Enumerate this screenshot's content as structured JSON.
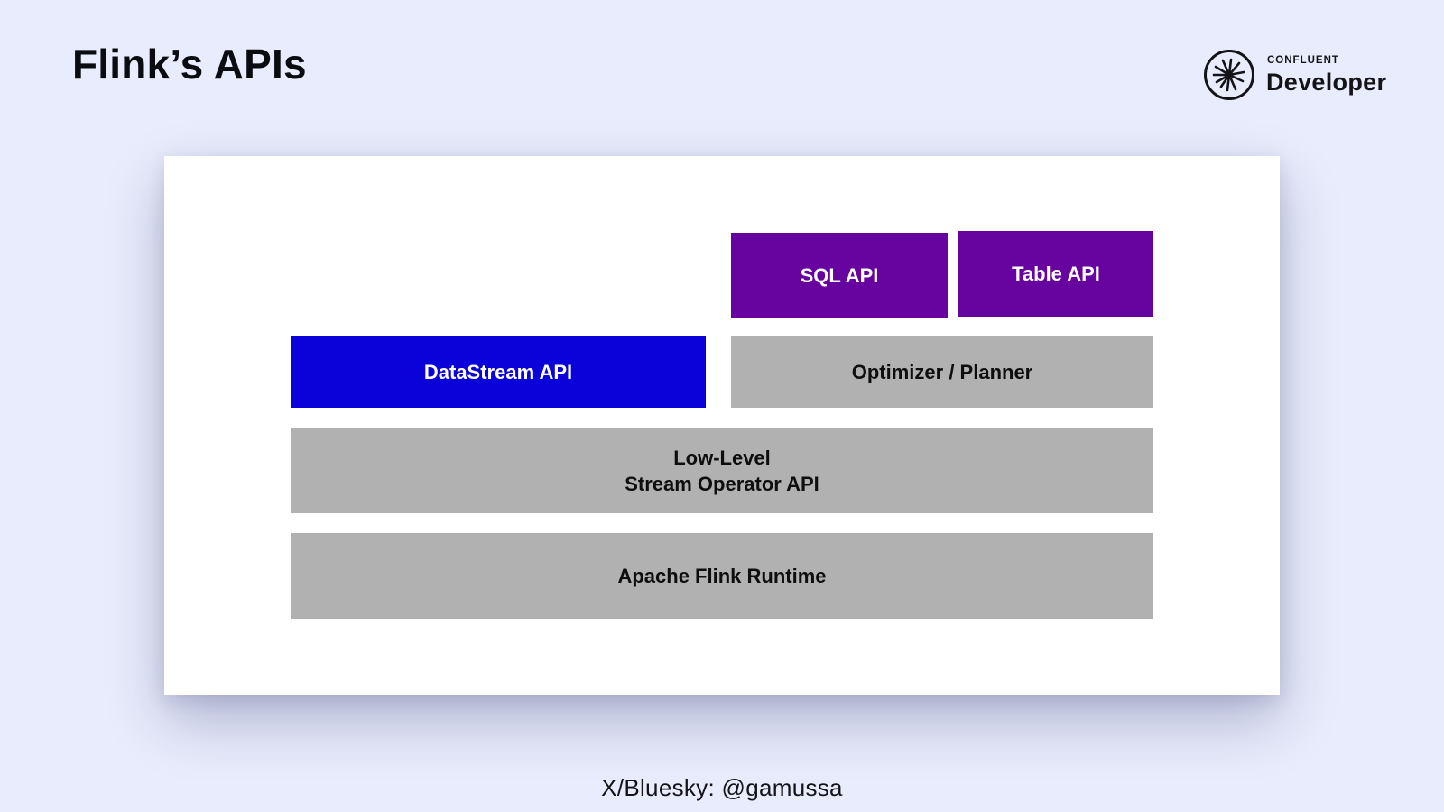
{
  "slide": {
    "title": "Flink’s APIs",
    "footer": "X/Bluesky: @gamussa"
  },
  "brand": {
    "company": "CONFLUENT",
    "product": "Developer",
    "logo_icon": "confluent-burst-icon"
  },
  "diagram": {
    "sql_api": "SQL API",
    "table_api": "Table API",
    "datastream_api": "DataStream API",
    "optimizer": "Optimizer / Planner",
    "low_level_line1": "Low-Level",
    "low_level_line2": "Stream Operator API",
    "runtime": "Apache Flink Runtime"
  },
  "colors": {
    "background": "#e9ecfc",
    "purple": "#67039f",
    "blue": "#0a02d9",
    "gray": "#b1b1b1"
  }
}
